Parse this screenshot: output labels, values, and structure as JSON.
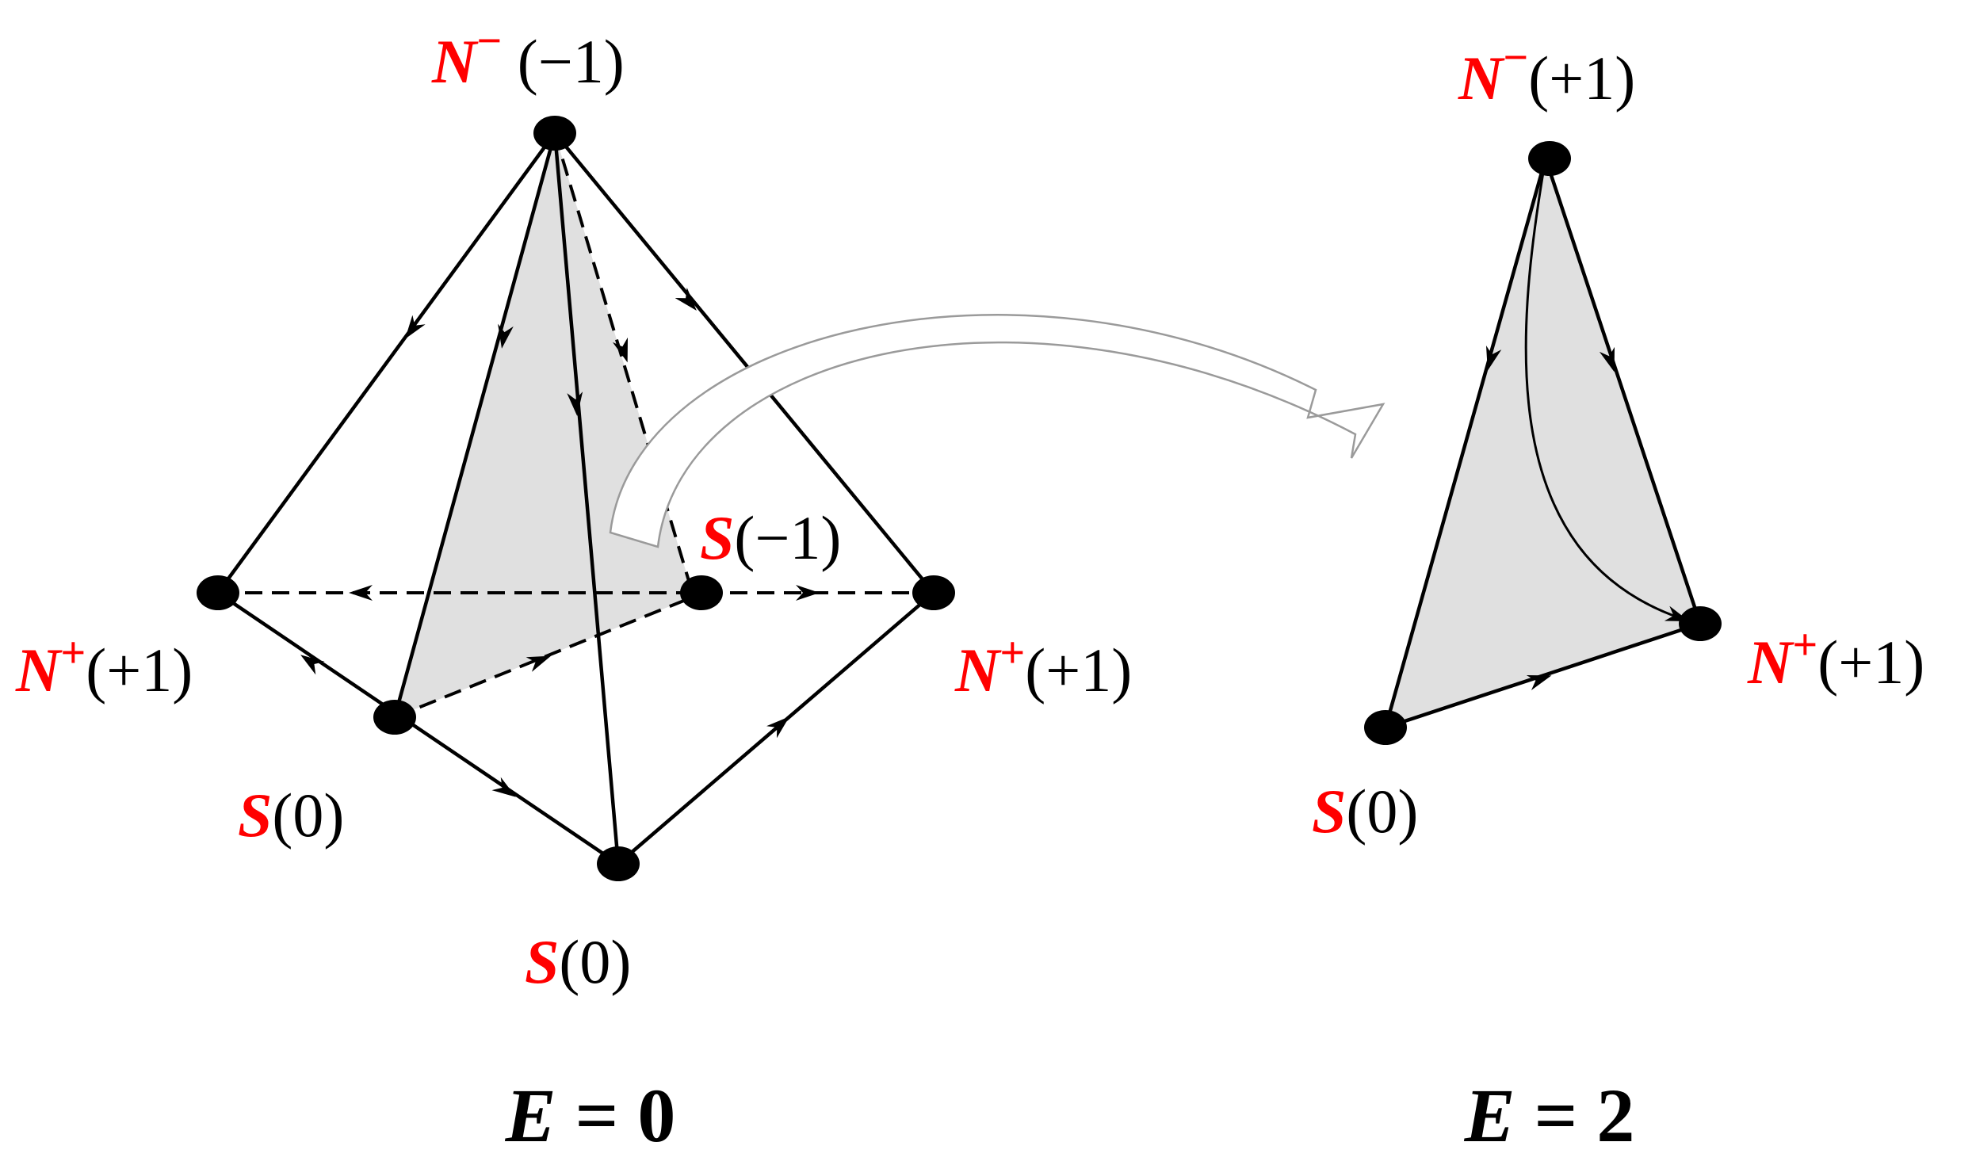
{
  "colors": {
    "node_name": "#ff0000",
    "value": "#000000",
    "face_fill": "#e0e0e0",
    "edge": "#000000",
    "arrow_outline": "#9a9a9a"
  },
  "left": {
    "caption": {
      "var": "E",
      "op": " = ",
      "num": "0"
    },
    "labels": {
      "top": {
        "name": "N",
        "sup": "−",
        "value": " (−1)"
      },
      "left": {
        "name": "N",
        "sup": "+",
        "value": "(+1)"
      },
      "right": {
        "name": "N",
        "sup": "+",
        "value": "(+1)"
      },
      "back": {
        "name": "S",
        "value": "(−1)"
      },
      "front_left": {
        "name": "S",
        "value": "(0)"
      },
      "bottom": {
        "name": "S",
        "value": "(0)"
      }
    }
  },
  "right": {
    "caption": {
      "var": "E",
      "op": " = ",
      "num": "2"
    },
    "labels": {
      "top": {
        "name": "N",
        "sup": "−",
        "value": "(+1)"
      },
      "right": {
        "name": "N",
        "sup": "+",
        "value": "(+1)"
      },
      "bottom_left": {
        "name": "S",
        "value": "(0)"
      }
    }
  }
}
